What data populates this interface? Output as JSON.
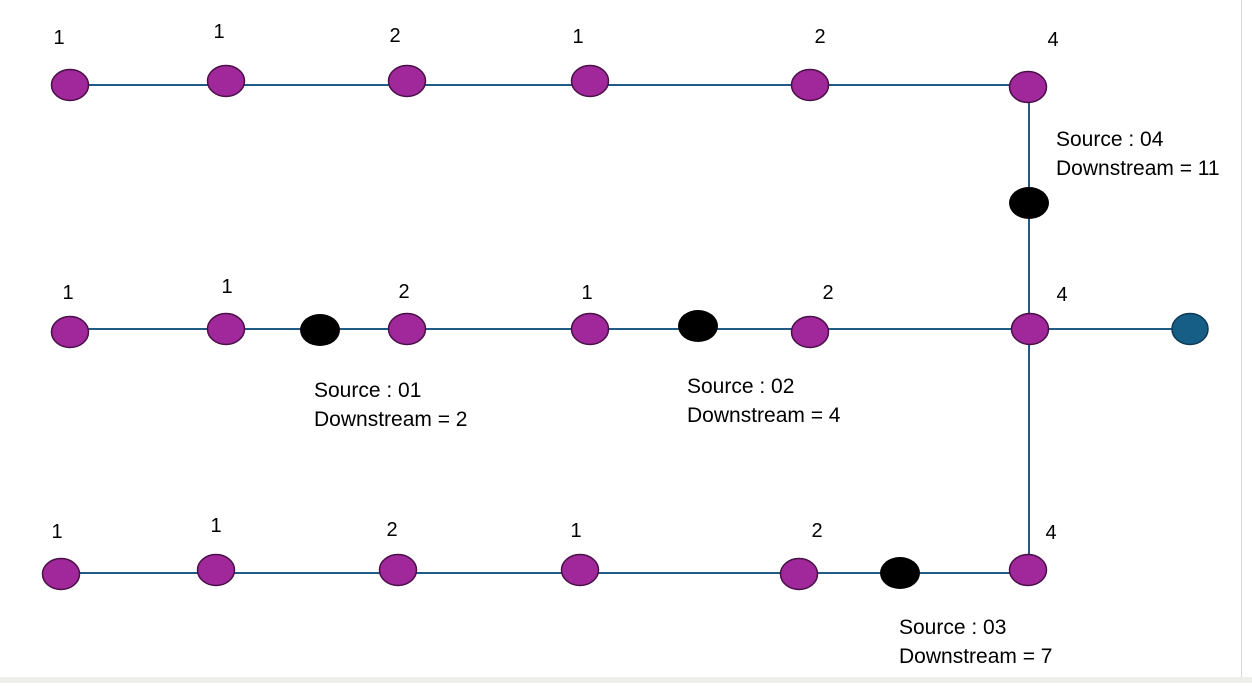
{
  "colors": {
    "edge": "#1f5b85",
    "node_fill": "#a0289a",
    "node_stroke": "#4a1148",
    "source_fill": "#000000",
    "outlet_fill": "#175e86",
    "outlet_stroke": "#0d3b55"
  },
  "rows": [
    {
      "id": "row-top",
      "node_labels": [
        "1",
        "1",
        "2",
        "1",
        "2",
        "4"
      ]
    },
    {
      "id": "row-middle",
      "node_labels": [
        "1",
        "1",
        "2",
        "1",
        "2",
        "4"
      ]
    },
    {
      "id": "row-bottom",
      "node_labels": [
        "1",
        "1",
        "2",
        "1",
        "2",
        "4"
      ]
    }
  ],
  "sources": [
    {
      "id": "source-01",
      "line1": "Source : 01",
      "line2": "Downstream = 2"
    },
    {
      "id": "source-02",
      "line1": "Source : 02",
      "line2": "Downstream = 4"
    },
    {
      "id": "source-03",
      "line1": "Source : 03",
      "line2": "Downstream = 7"
    },
    {
      "id": "source-04",
      "line1": "Source : 04",
      "line2": "Downstream = 11"
    }
  ]
}
